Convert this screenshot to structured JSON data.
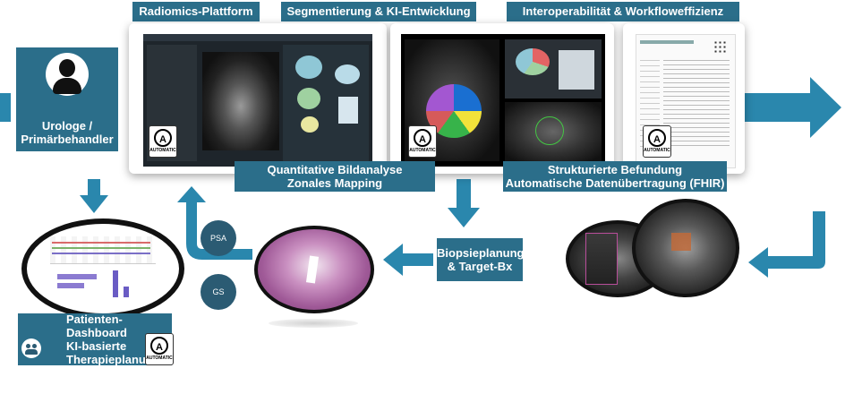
{
  "headers": {
    "radiomics": "Radiomics-Plattform",
    "segmentation": "Segmentierung & KI-Entwicklung",
    "interop": "Interoperabilität & Workfloweffizienz"
  },
  "captions": {
    "analysis_line1": "Quantitative Bildanalyse",
    "analysis_line2": "Zonales Mapping",
    "reporting_line1": "Strukturierte Befundung",
    "reporting_line2": "Automatische Datenübertragung (FHIR)",
    "biopsy_line1": "Biopsieplanung",
    "biopsy_line2": "& Target-Bx"
  },
  "actor": {
    "line1": "Urologe /",
    "line2": "Primärbehandler"
  },
  "dashboard": {
    "line1": "Patienten-Dashboard",
    "line2": "KI-basierte",
    "line3": "Therapieplanung"
  },
  "bubbles": {
    "psa": "PSA",
    "gs": "GS"
  },
  "logo": {
    "text": "AUTOMATIC",
    "icon": "automatic-logo-icon"
  },
  "colors": {
    "box": "#2b6e8a",
    "arrow": "#2a87ad",
    "bubble": "#2b5b73"
  }
}
